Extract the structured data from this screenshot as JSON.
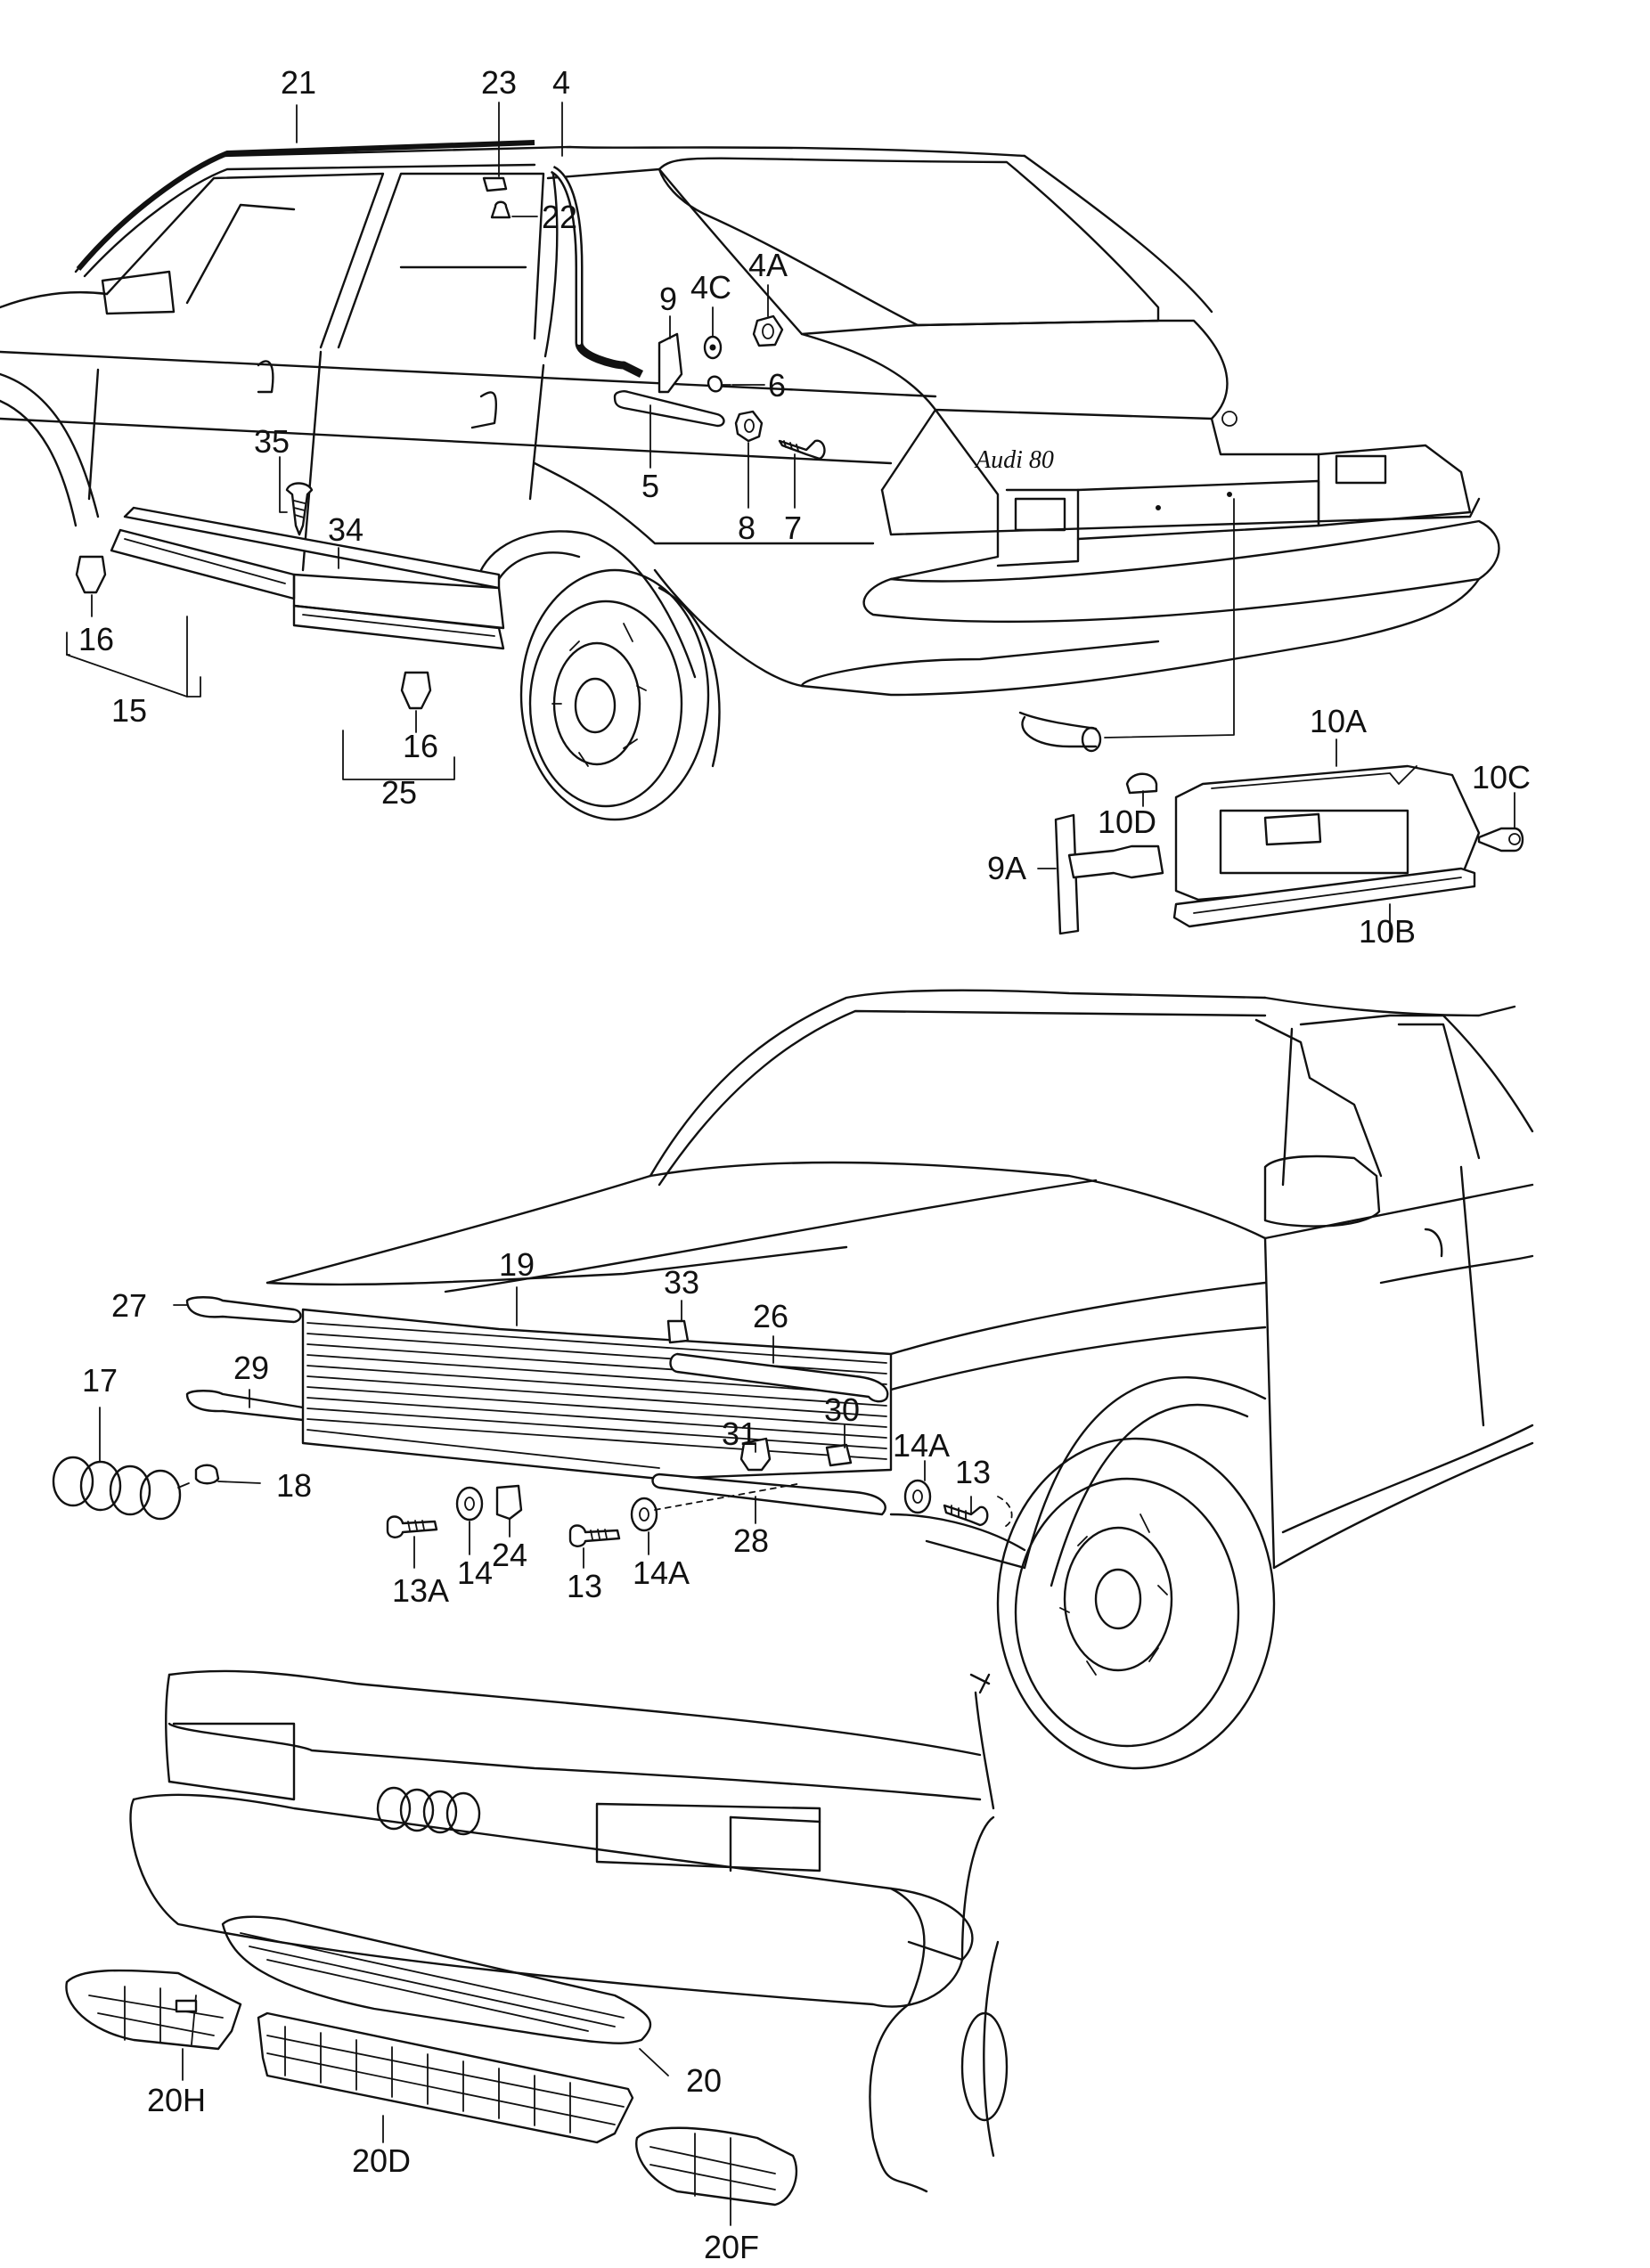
{
  "diagram": {
    "badge_text": "Audi 80",
    "labels": {
      "l21": "21",
      "l23": "23",
      "l4": "4",
      "l22": "22",
      "l9": "9",
      "l4c": "4C",
      "l4a": "4A",
      "l6": "6",
      "l5": "5",
      "l8": "8",
      "l7": "7",
      "l35": "35",
      "l34": "34",
      "l16a": "16",
      "l15": "15",
      "l16b": "16",
      "l25": "25",
      "l10a": "10A",
      "l10c": "10C",
      "l10d": "10D",
      "l9a": "9A",
      "l10b": "10B",
      "l19": "19",
      "l33": "33",
      "l27": "27",
      "l26": "26",
      "l17": "17",
      "l29": "29",
      "l31": "31",
      "l30": "30",
      "l14a1": "14A",
      "l18": "18",
      "l13r": "13",
      "l14": "14",
      "l24": "24",
      "l28": "28",
      "l13a": "13A",
      "l13m": "13",
      "l14a2": "14A",
      "l20": "20",
      "l20h": "20H",
      "l20d": "20D",
      "l20f": "20F"
    }
  }
}
